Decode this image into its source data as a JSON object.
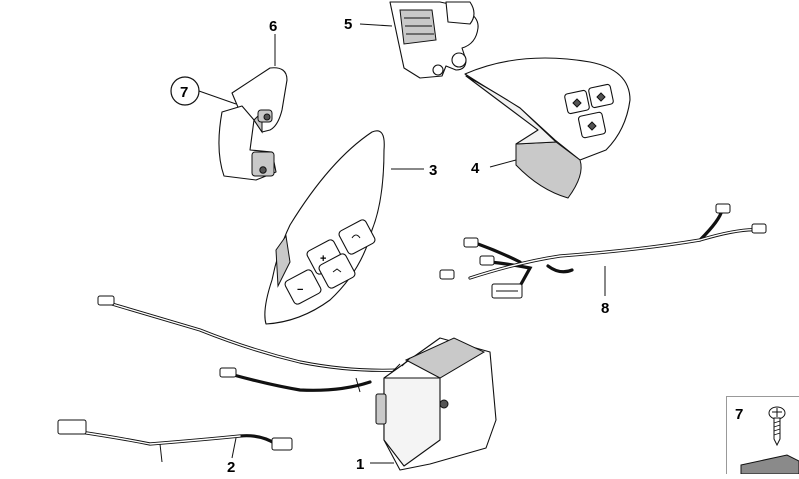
{
  "labels": {
    "part_1": "1",
    "part_2": "2",
    "part_3": "3",
    "part_4": "4",
    "part_5": "5",
    "part_6": "6",
    "part_7": "7",
    "part_8": "8",
    "inset_7": "7"
  },
  "button_glyphs": {
    "plus": "+",
    "minus": "−"
  }
}
